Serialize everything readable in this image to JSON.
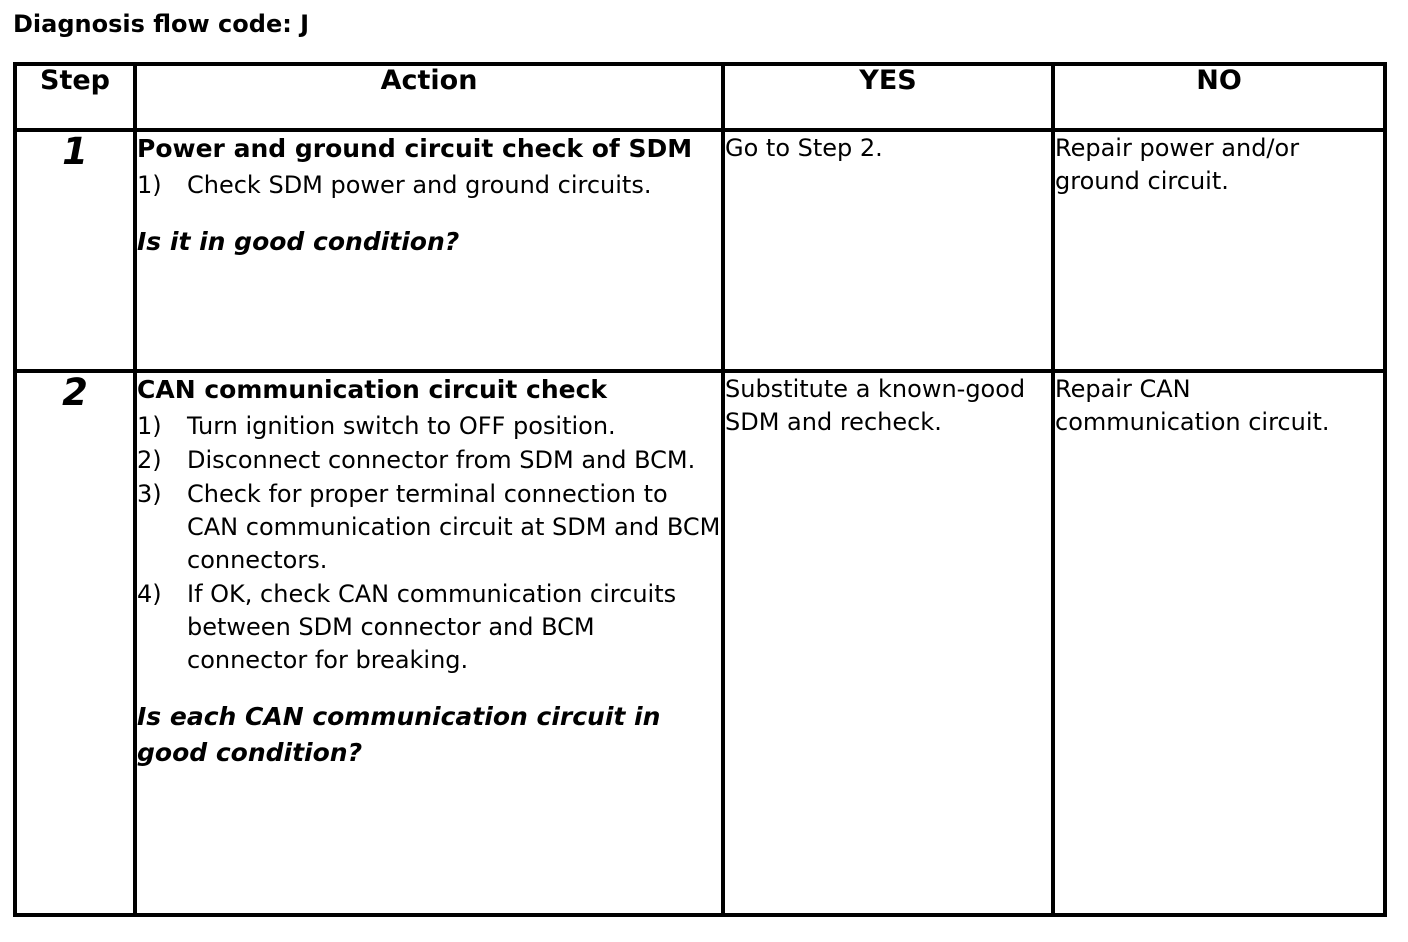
{
  "document": {
    "title": "Diagnosis flow code: J"
  },
  "table": {
    "headers": {
      "step": "Step",
      "action": "Action",
      "yes": "YES",
      "no": "NO"
    },
    "rows": [
      {
        "step": "1",
        "action_title": "Power and ground circuit check of SDM",
        "action_items": [
          {
            "num": "1)",
            "text": "Check SDM power and ground circuits."
          }
        ],
        "question": "Is it in good condition?",
        "yes": "Go to Step 2.",
        "no": "Repair power and/or ground circuit."
      },
      {
        "step": "2",
        "action_title": "CAN communication circuit check",
        "action_items": [
          {
            "num": "1)",
            "text": "Turn ignition switch to OFF position."
          },
          {
            "num": "2)",
            "text": "Disconnect connector from SDM and BCM."
          },
          {
            "num": "3)",
            "text": "Check for proper terminal connection to CAN communication circuit at SDM and BCM connectors."
          },
          {
            "num": "4)",
            "text": "If OK, check CAN communication circuits between SDM connector and BCM connector for breaking."
          }
        ],
        "question": "Is each CAN communication circuit in good condition?",
        "yes": "Substitute a known-good SDM and recheck.",
        "no": "Repair CAN communication circuit."
      }
    ]
  },
  "colors": {
    "background": "#ffffff",
    "text": "#000000",
    "border": "#000000"
  }
}
